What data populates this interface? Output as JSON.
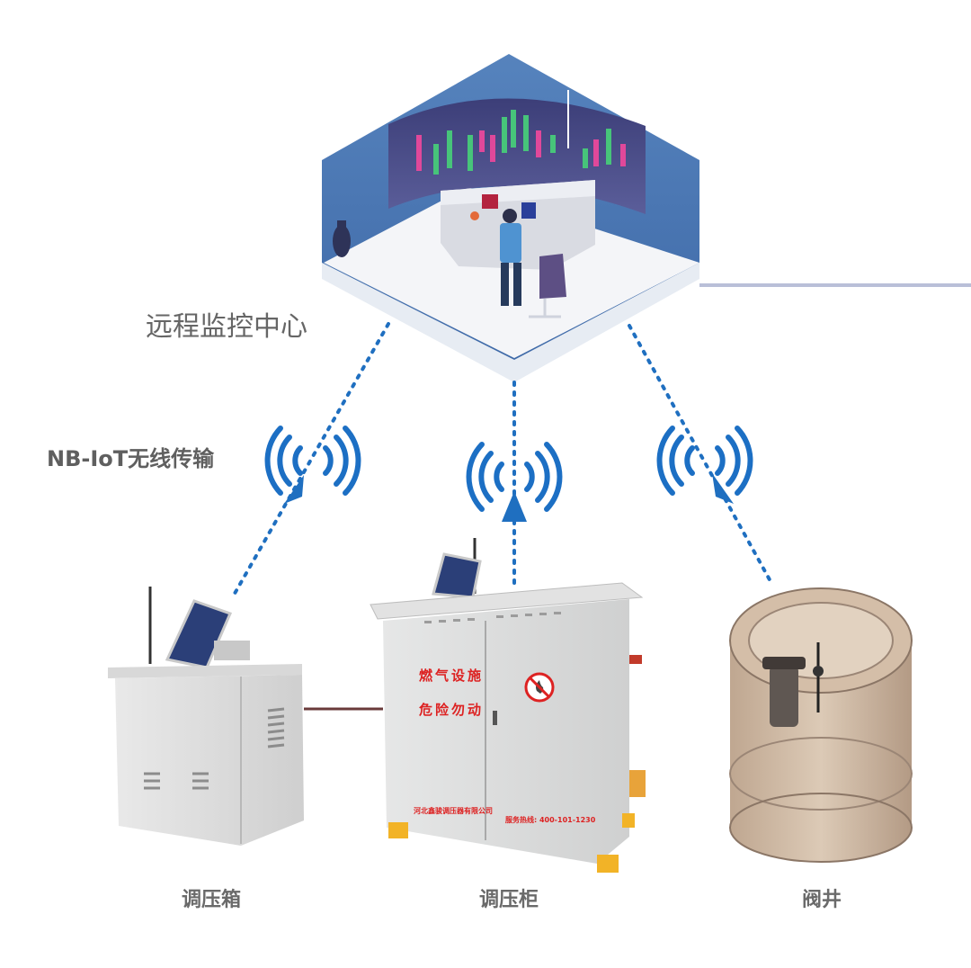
{
  "labels": {
    "monitoring_center": "远程监控中心",
    "transmission": "NB-IoT无线传输",
    "device_box": "调压箱",
    "device_cabinet": "调压柜",
    "device_valve_well": "阀井"
  },
  "cabinet_text": {
    "warning_line1": "燃气设施",
    "warning_line2": "危险勿动",
    "company": "河北鑫骏调压器有限公司",
    "hotline": "服务热线: 400-101-1230"
  },
  "colors": {
    "link_blue": "#1f6fc0",
    "signal_blue": "#1c6fc4",
    "platform_blue": "#4a74b0",
    "screen_dark": "#3a3f72",
    "bar_green": "#47c47a",
    "bar_magenta": "#e0489a",
    "cabinet_gray": "#dedfdf",
    "valve_brown": "#cbb49b"
  },
  "icons": {
    "signal": "wifi-signal-icon",
    "arrow": "up-arrow-icon",
    "no_fire": "no-fire-icon"
  }
}
